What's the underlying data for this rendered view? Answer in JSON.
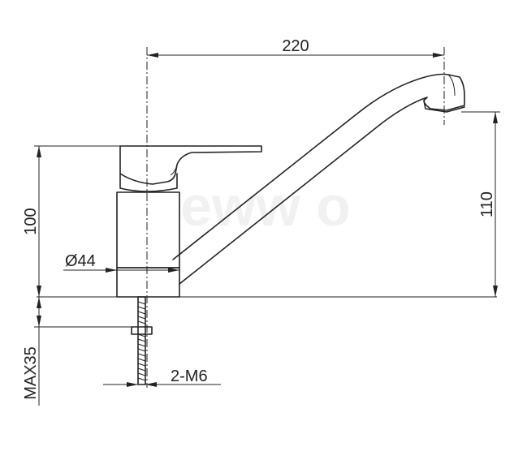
{
  "dimensions": {
    "spout_reach": "220",
    "spout_height": "110",
    "body_height": "100",
    "body_diameter": "Ø44",
    "max_thickness": "MAX35",
    "studs": "2-M6"
  }
}
